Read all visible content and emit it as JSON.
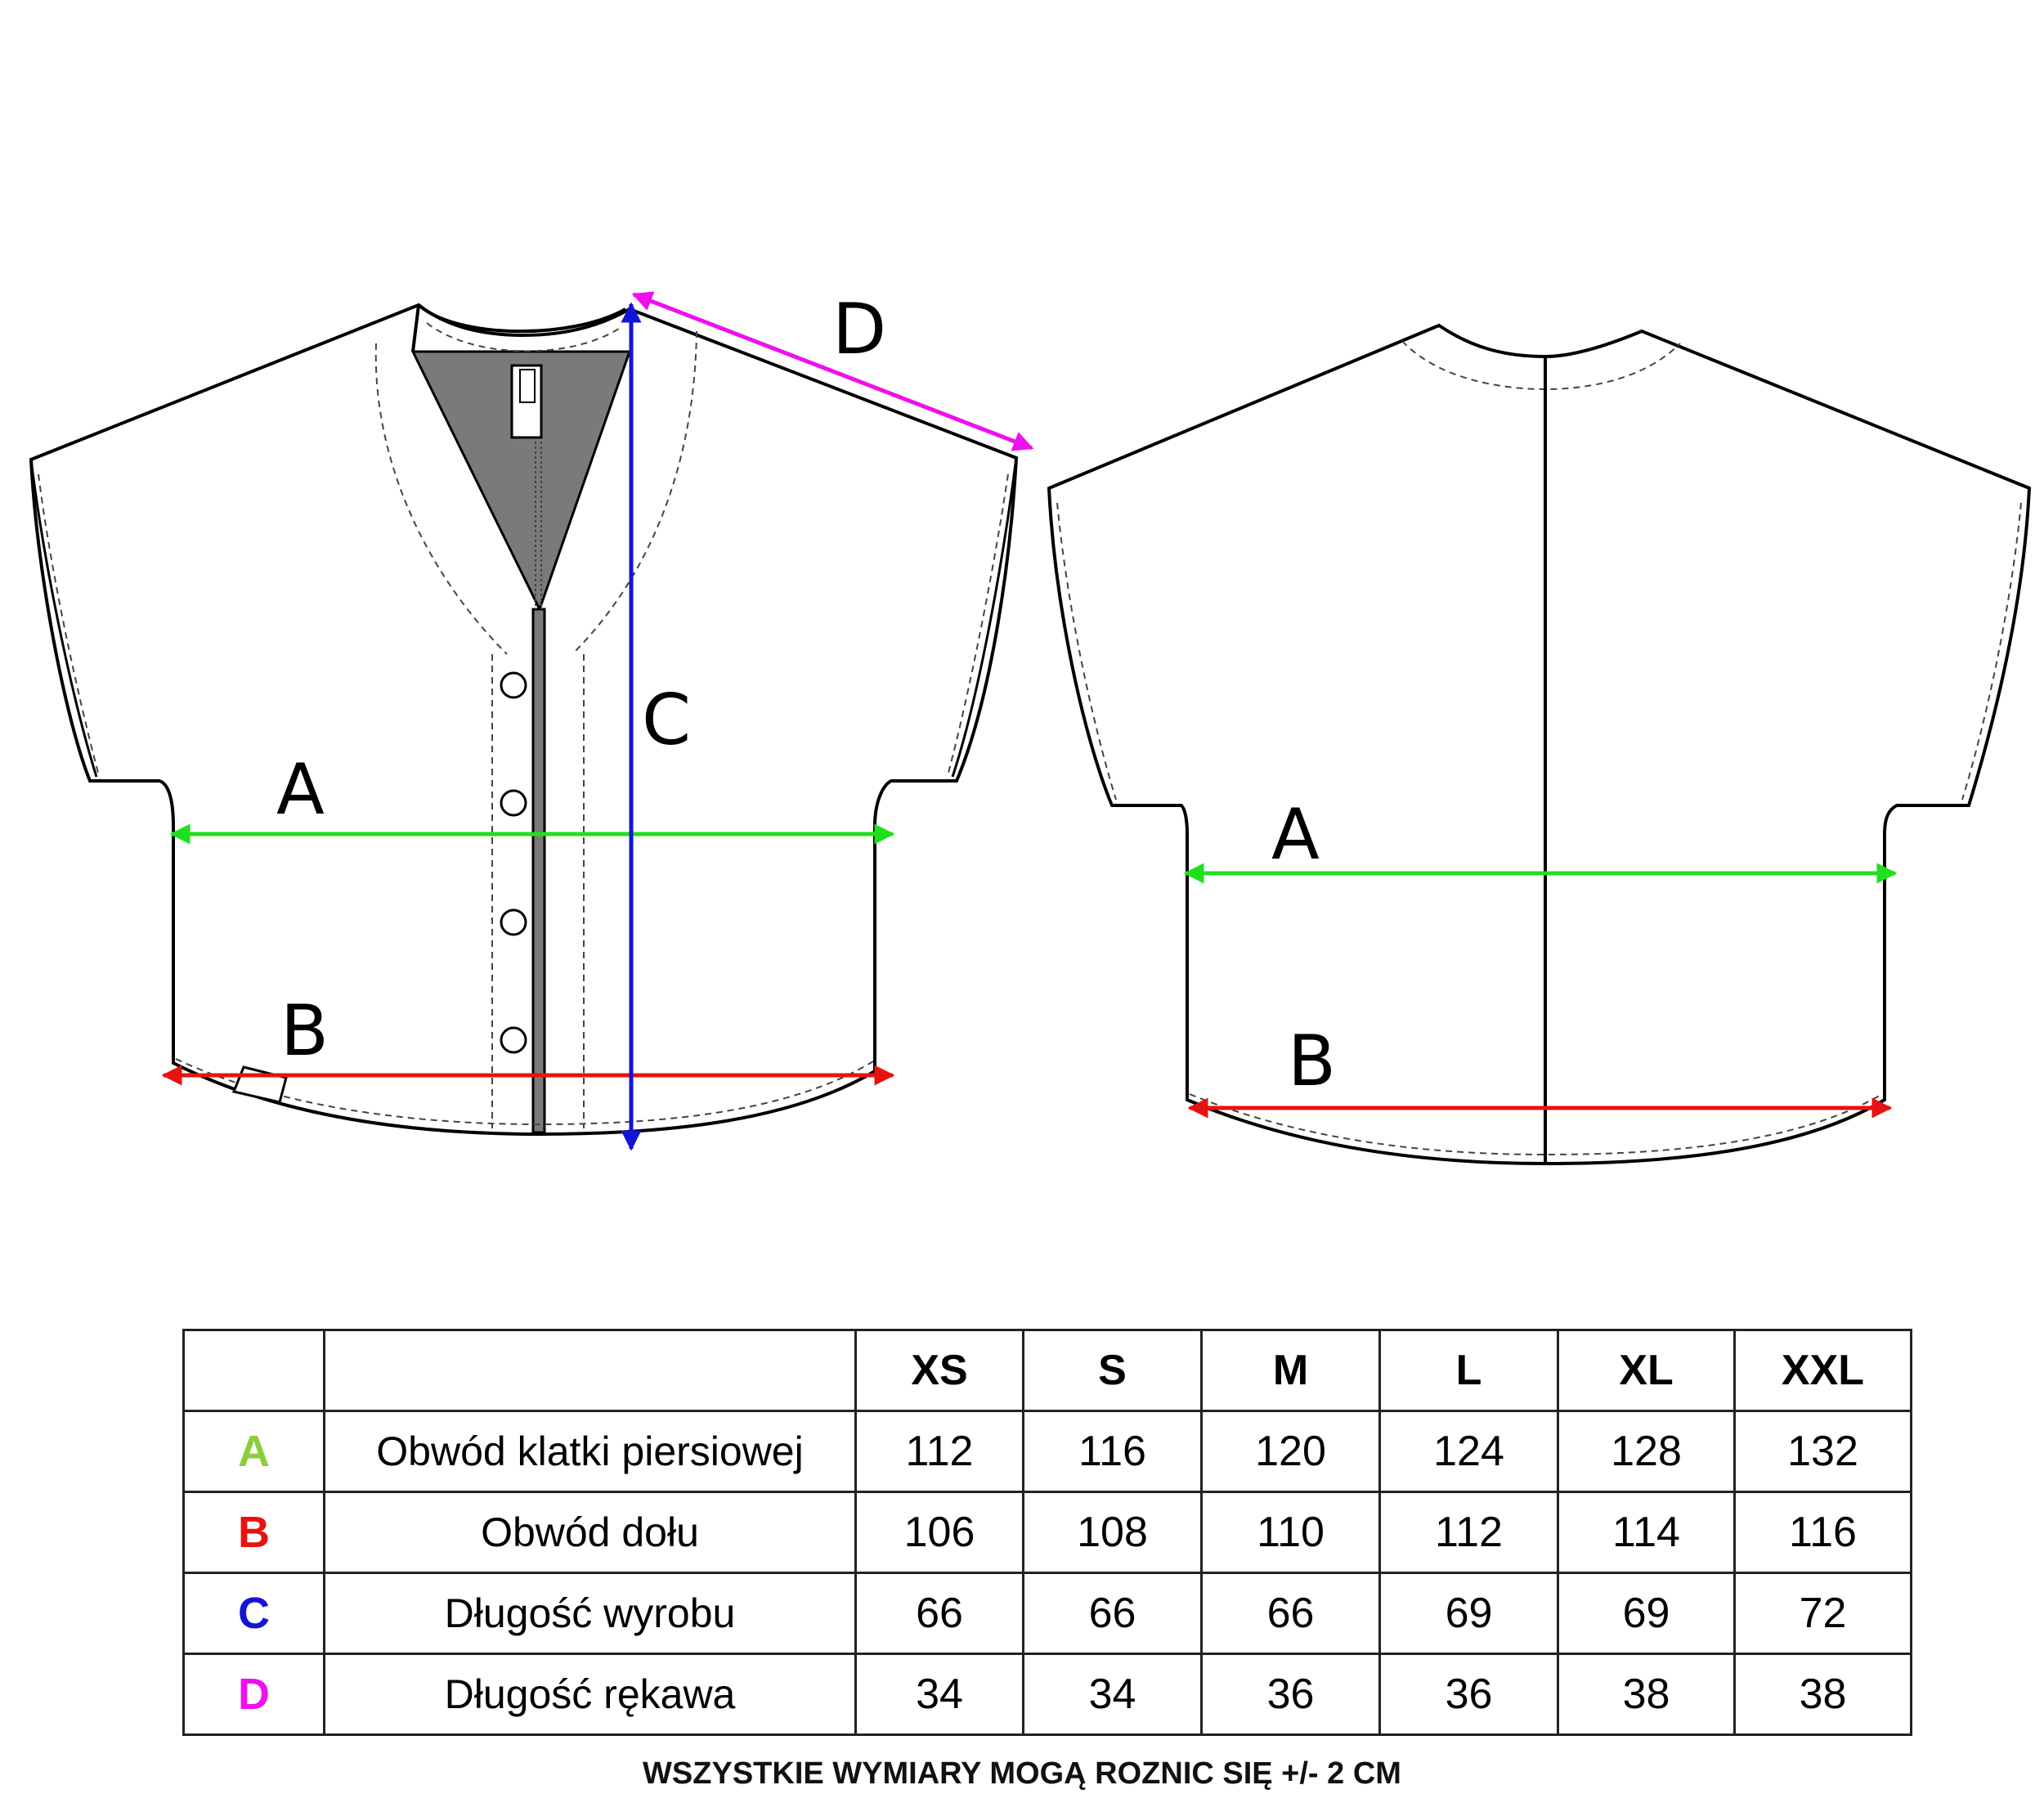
{
  "labels": {
    "front_A": "A",
    "front_B": "B",
    "front_C": "C",
    "front_D": "D",
    "back_A": "A",
    "back_B": "B"
  },
  "colors": {
    "A": "#1ee11e",
    "B": "#e81212",
    "C": "#1414d8",
    "D": "#ee10ee",
    "A_text": "#8ccd3a"
  },
  "table": {
    "headers": [
      "",
      "",
      "XS",
      "S",
      "M",
      "L",
      "XL",
      "XXL"
    ],
    "rows": [
      {
        "code": "A",
        "name": "Obwód klatki piersiowej",
        "values": [
          "112",
          "116",
          "120",
          "124",
          "128",
          "132"
        ]
      },
      {
        "code": "B",
        "name": "Obwód dołu",
        "values": [
          "106",
          "108",
          "110",
          "112",
          "114",
          "116"
        ]
      },
      {
        "code": "C",
        "name": "Długość wyrobu",
        "values": [
          "66",
          "66",
          "66",
          "69",
          "69",
          "72"
        ]
      },
      {
        "code": "D",
        "name": "Długość rękawa",
        "values": [
          "34",
          "34",
          "36",
          "36",
          "38",
          "38"
        ]
      }
    ]
  },
  "footnote": "WSZYSTKIE WYMIARY MOGĄ ROZNIC SIĘ +/- 2 CM"
}
